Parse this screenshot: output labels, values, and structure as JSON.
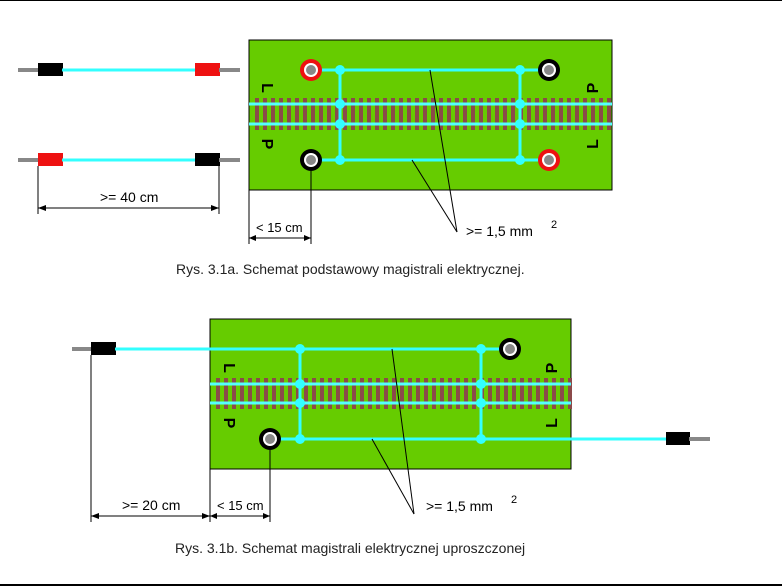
{
  "figure_a": {
    "caption": "Rys. 3.1a. Schemat podstawowy magistrali elektrycznej.",
    "dim_cable_length": ">= 40 cm",
    "dim_offset": "< 15 cm",
    "dim_wire": ">= 1,5 mm",
    "dim_wire_sup": "2",
    "letter_left_top": "L",
    "letter_left_bottom": "P",
    "letter_right_top": "P",
    "letter_right_bottom": "L"
  },
  "figure_b": {
    "caption": "Rys. 3.1b. Schemat magistrali elektrycznej uproszczonej",
    "dim_cable_length": ">= 20 cm",
    "dim_offset": "< 15 cm",
    "dim_wire": ">= 1,5 mm",
    "dim_wire_sup": "2",
    "letter_left_top": "L",
    "letter_left_bottom": "P",
    "letter_right_top": "P",
    "letter_right_bottom": "L"
  },
  "colors": {
    "board": "#66cc00",
    "wire": "#33ffff",
    "rail": "#55ffff",
    "sleeper": "#8b4a4a",
    "plug_black": "#000000",
    "plug_red": "#ee1111",
    "cable_end": "#888888"
  }
}
